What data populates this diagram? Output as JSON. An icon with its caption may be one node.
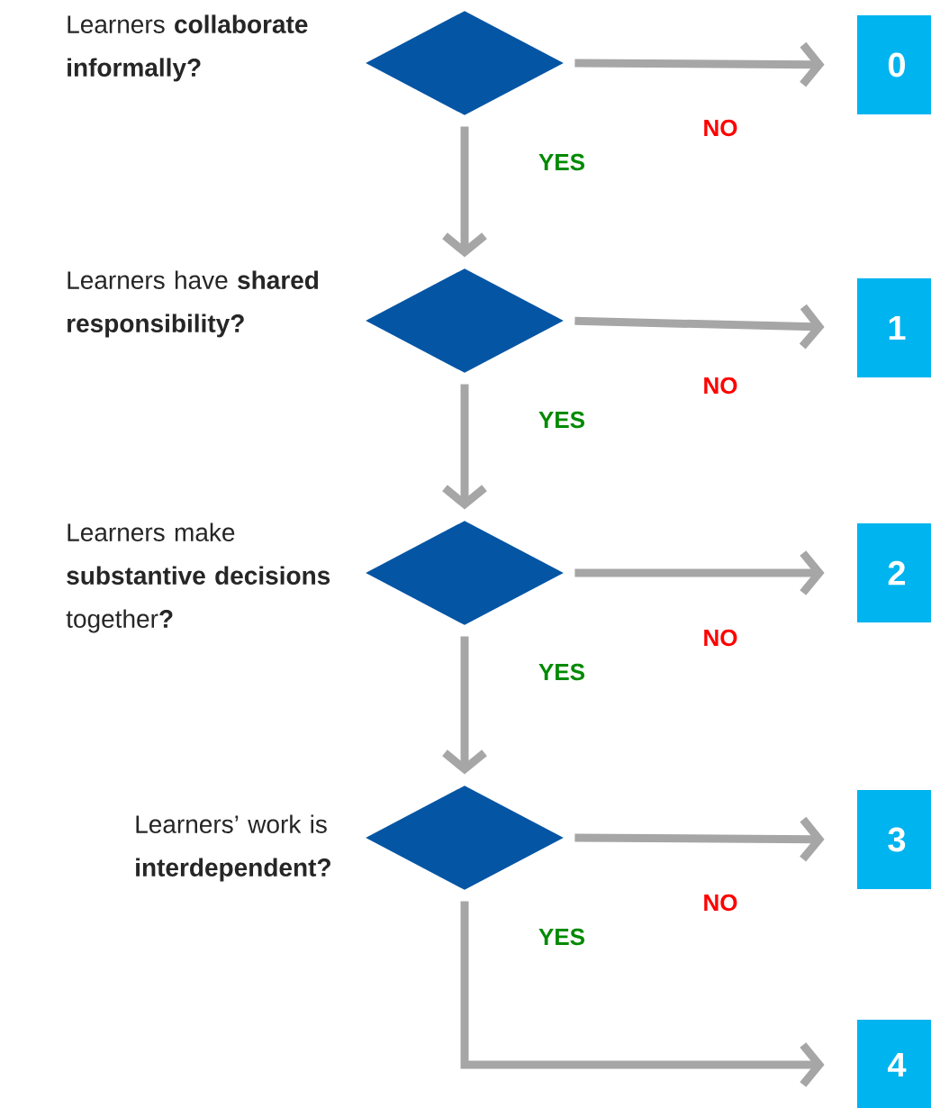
{
  "diagram": {
    "nodes": [
      {
        "text": [],
        "shape": "diamond",
        "beside": [
          "Learners **collaborate informally?**"
        ]
      },
      {
        "text": [
          "0"
        ]
      },
      {
        "text": [],
        "shape": "diamond",
        "beside": [
          "Learners have **shared responsibility?**"
        ]
      },
      {
        "text": [
          "1"
        ]
      },
      {
        "text": [],
        "shape": "diamond",
        "beside": [
          "Learners make **substantive decisions** together**?**"
        ]
      },
      {
        "text": [
          "2"
        ]
      },
      {
        "text": [],
        "shape": "diamond",
        "beside": [
          "Learners’ work is **interdependent?**"
        ]
      },
      {
        "text": [
          "3"
        ]
      },
      {
        "text": [
          "4"
        ]
      }
    ],
    "edges": [
      {
        "from": 0,
        "to": 1,
        "arrow": "to",
        "label": "NO"
      },
      {
        "from": 0,
        "to": 2,
        "arrow": "to",
        "label": "YES"
      },
      {
        "from": 2,
        "to": 3,
        "arrow": "to",
        "label": "NO"
      },
      {
        "from": 2,
        "to": 4,
        "arrow": "to",
        "label": "YES"
      },
      {
        "from": 4,
        "to": 5,
        "arrow": "to",
        "label": "NO"
      },
      {
        "from": 4,
        "to": 6,
        "arrow": "to",
        "label": "YES"
      },
      {
        "from": 6,
        "to": 7,
        "arrow": "to",
        "label": "NO"
      },
      {
        "from": 6,
        "to": 8,
        "arrow": "to",
        "label": "YES"
      }
    ]
  }
}
